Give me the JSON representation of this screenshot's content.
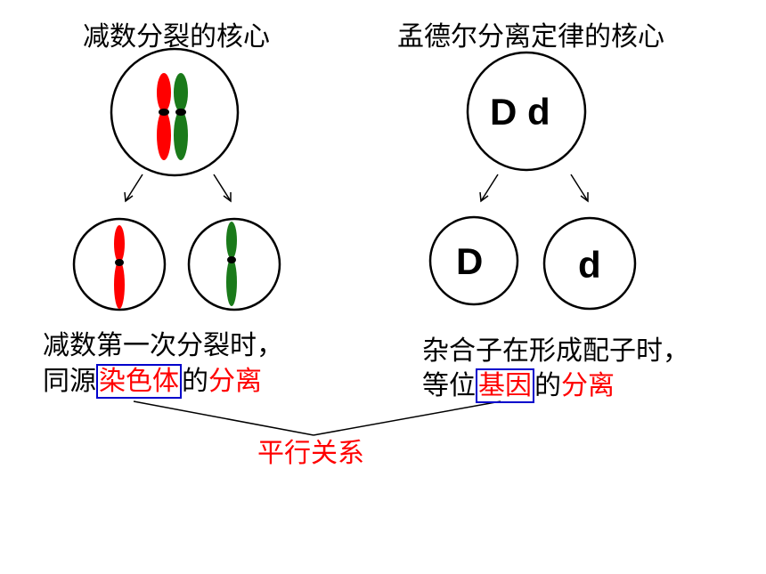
{
  "left": {
    "title": "减数分裂的核心",
    "line1": "减数第一次分裂时，",
    "line2_prefix": "同源",
    "line2_highlight": "染色体",
    "line2_de": "的",
    "line2_emphasis": "分离"
  },
  "right": {
    "title": "孟德尔分离定律的核心",
    "parent_label": "D d",
    "child_left": "D",
    "child_right": "d",
    "line1": "杂合子在形成配子时，",
    "line2_prefix": "等位",
    "line2_highlight": "基因",
    "line2_de": "的",
    "line2_emphasis": "分离"
  },
  "relation": "平行关系",
  "colors": {
    "chromosome_a": "#ff0000",
    "chromosome_b": "#1a7a1a",
    "highlight_box": "#0000cc",
    "emphasis_text": "#ff0000"
  }
}
